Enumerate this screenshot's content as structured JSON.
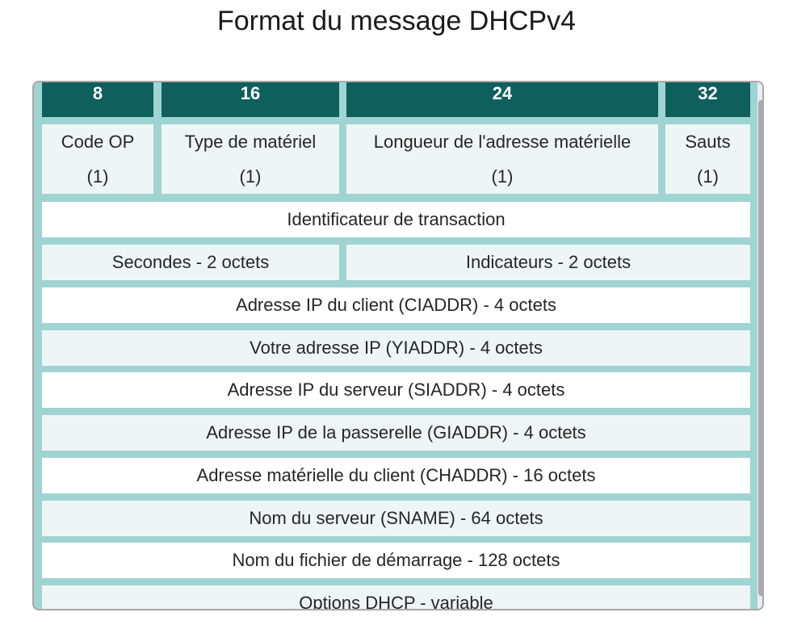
{
  "title": "Format du message DHCPv4",
  "header": [
    "8",
    "16",
    "24",
    "32"
  ],
  "row1": [
    {
      "label": "Code OP",
      "size": "(1)"
    },
    {
      "label": "Type de matériel",
      "size": "(1)"
    },
    {
      "label": "Longueur de l'adresse matérielle",
      "size": "(1)"
    },
    {
      "label": "Sauts",
      "size": "(1)"
    }
  ],
  "transaction": "Identificateur de transaction",
  "seconds": "Secondes - 2 octets",
  "flags": "Indicateurs - 2 octets",
  "rows": [
    "Adresse IP du client (CIADDR) - 4 octets",
    "Votre adresse IP (YIADDR) - 4 octets",
    "Adresse IP du serveur (SIADDR) - 4 octets",
    "Adresse IP de la passerelle (GIADDR) - 4 octets",
    "Adresse matérielle du client (CHADDR) - 16 octets",
    "Nom du serveur (SNAME) - 64 octets",
    "Nom du fichier de démarrage - 128 octets",
    "Options DHCP - variable"
  ],
  "colors": {
    "header": "#0f5f5c",
    "grid": "#9fd4d2",
    "tint": "#eef6f5"
  }
}
